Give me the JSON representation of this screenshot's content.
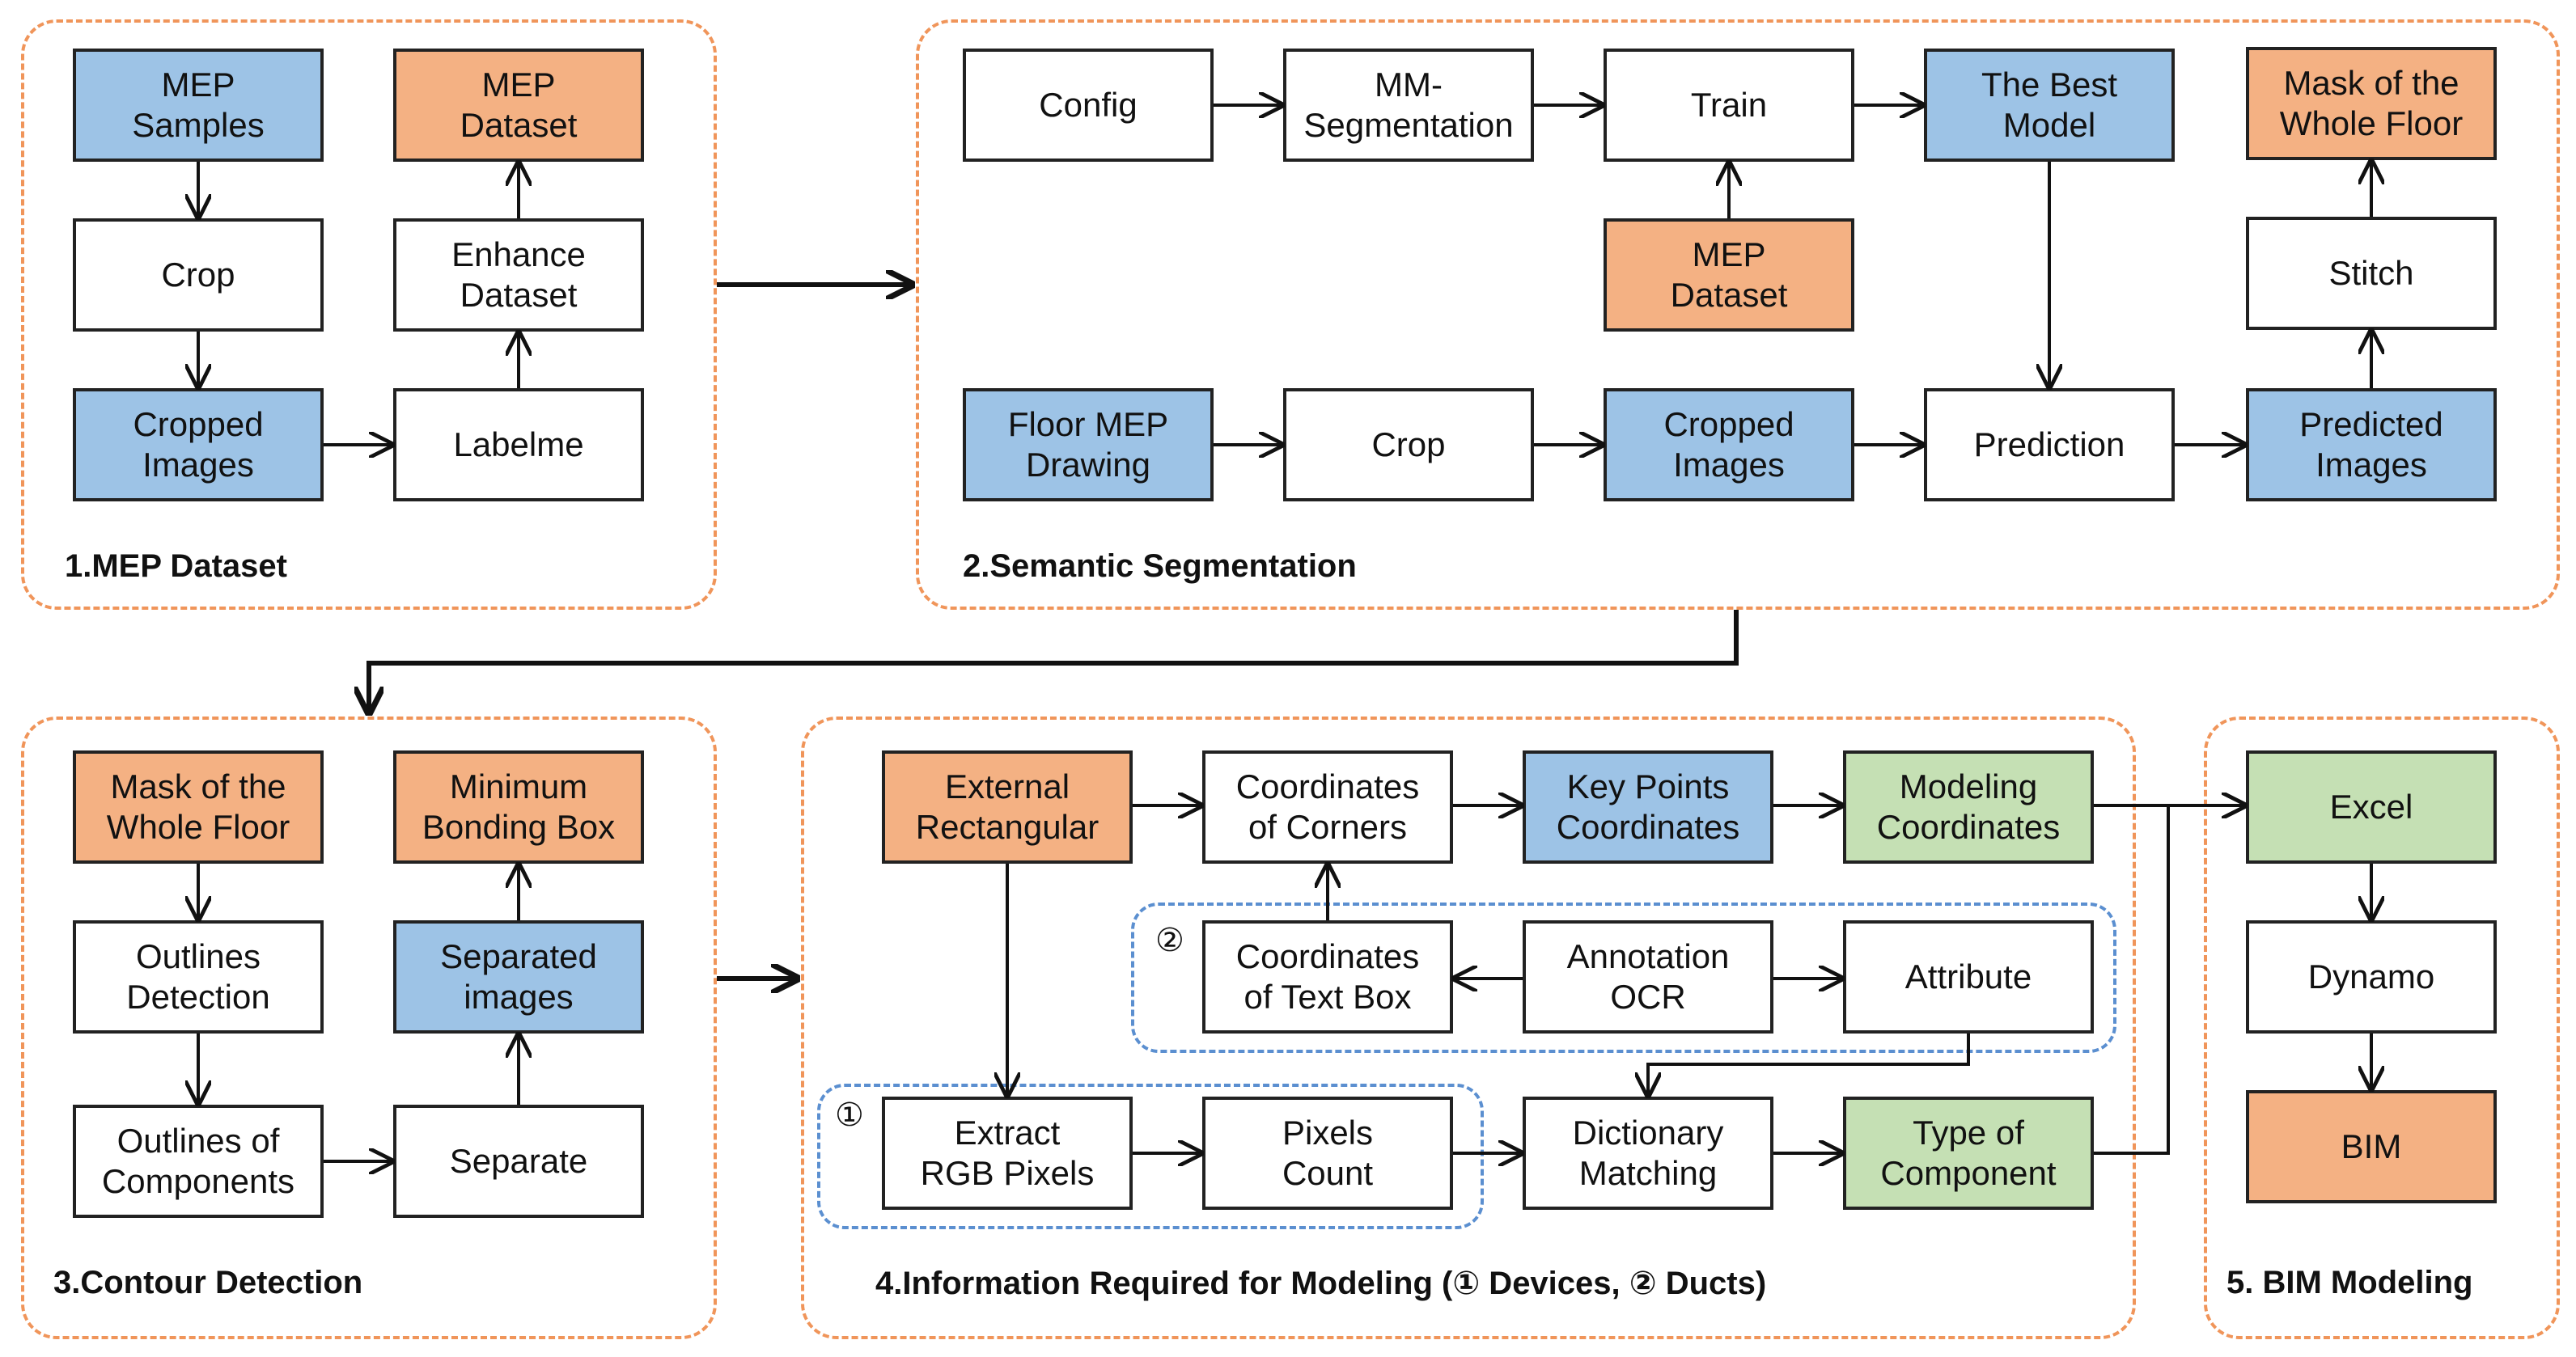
{
  "colors": {
    "blue": "#9dc3e6",
    "orange": "#f4b183",
    "green": "#c5e0b4",
    "white": "#ffffff",
    "group_border": "#f0955a",
    "subgroup_border": "#5b8fd0"
  },
  "groups": {
    "g1": "1.MEP Dataset",
    "g2": "2.Semantic Segmentation",
    "g3": "3.Contour Detection",
    "g4": "4.Information Required for Modeling  (① Devices, ② Ducts)",
    "g5": "5. BIM Modeling"
  },
  "markers": {
    "m1": "①",
    "m2": "②"
  },
  "boxes": {
    "mep_samples": "MEP\nSamples",
    "crop1": "Crop",
    "cropped1": "Cropped\nImages",
    "labelme": "Labelme",
    "enhance": "Enhance\nDataset",
    "mep_dataset1": "MEP\nDataset",
    "config": "Config",
    "mmseg": "MM-\nSegmentation",
    "train": "Train",
    "best_model": "The Best\nModel",
    "mep_dataset2": "MEP\nDataset",
    "floor_drawing": "Floor MEP\nDrawing",
    "crop2": "Crop",
    "cropped2": "Cropped\nImages",
    "prediction": "Prediction",
    "predicted": "Predicted\nImages",
    "stitch": "Stitch",
    "mask_floor1": "Mask of the\nWhole Floor",
    "mask_floor2": "Mask of the\nWhole Floor",
    "outlines_det": "Outlines\nDetection",
    "outlines_comp": "Outlines of\nComponents",
    "separate": "Separate",
    "separated": "Separated\nimages",
    "min_box": "Minimum\nBonding Box",
    "ext_rect": "External\nRectangular",
    "coord_corners": "Coordinates\nof Corners",
    "key_points": "Key Points\nCoordinates",
    "modeling_coords": "Modeling\nCoordinates",
    "coord_text": "Coordinates\nof Text Box",
    "annot_ocr": "Annotation\nOCR",
    "attribute": "Attribute",
    "extract_rgb": "Extract\nRGB Pixels",
    "pixels_count": "Pixels\nCount",
    "dict_match": "Dictionary\nMatching",
    "type_comp": "Type of\nComponent",
    "excel": "Excel",
    "dynamo": "Dynamo",
    "bim": "BIM"
  }
}
